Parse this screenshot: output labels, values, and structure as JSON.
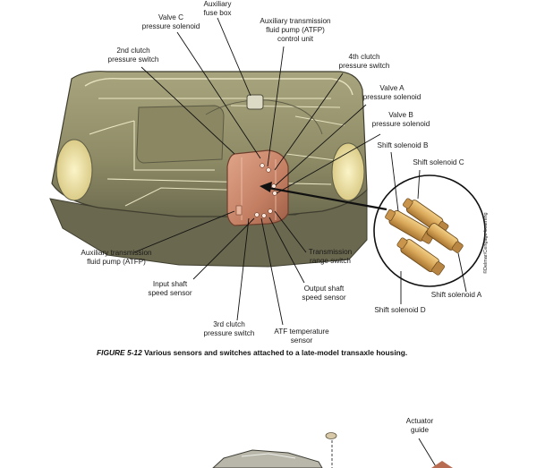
{
  "labels": {
    "aux_fuse_box": "Auxiliary\nfuse box",
    "valve_c": "Valve C\npressure solenoid",
    "atfp_control": "Auxiliary transmission\nfluid pump (ATFP)\ncontrol unit",
    "clutch_2nd": "2nd clutch\npressure switch",
    "clutch_4th": "4th clutch\npressure switch",
    "valve_a": "Valve A\npressure solenoid",
    "valve_b": "Valve B\npressure solenoid",
    "shift_b": "Shift solenoid B",
    "shift_c": "Shift solenoid C",
    "aux_pump": "Auxiliary transmission\nfluid pump (ATFP)",
    "trans_range": "Transmission\nrange switch",
    "input_shaft": "Input shaft\nspeed sensor",
    "output_shaft": "Output shaft\nspeed sensor",
    "shift_a": "Shift solenoid A",
    "shift_d": "Shift solenoid D",
    "clutch_3rd": "3rd clutch\npressure switch",
    "atf_temp": "ATF temperature\nsensor",
    "actuator_guide": "Actuator\nguide"
  },
  "caption": {
    "figure_number": "FIGURE 5-12",
    "text": "Various sensors and switches attached to a late-model transaxle housing."
  },
  "credit": "©Delmar/Cengage Learning",
  "colors": {
    "housing": "#8e8b66",
    "housing_light": "#b3b08a",
    "housing_dark": "#5d5c46",
    "valve_body": "#c98a6e",
    "solenoid_brass": "#d9a85a",
    "bearing_glow": "#f3e6a6"
  }
}
